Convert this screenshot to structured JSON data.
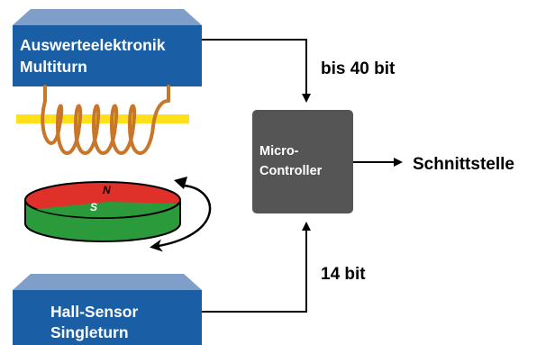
{
  "top_box": {
    "line1": "Auswerteelektronik",
    "line2": "Multiturn"
  },
  "bottom_box": {
    "line1": "Hall-Sensor",
    "line2": "Singleturn"
  },
  "controller": {
    "line1": "Micro-",
    "line2": "Controller"
  },
  "labels": {
    "top_bits": "bis 40 bit",
    "bottom_bits": "14 bit",
    "output": "Schnittstelle"
  },
  "magnet": {
    "north": "N",
    "south": "S"
  },
  "colors": {
    "box_blue": "#1a5fa6",
    "box_top_face": "#7f9ec8",
    "controller_gray": "#555555",
    "coil_copper": "#c8772a",
    "core_yellow": "#ffe01a",
    "magnet_red": "#e0302a",
    "magnet_green": "#2b9a3a"
  }
}
